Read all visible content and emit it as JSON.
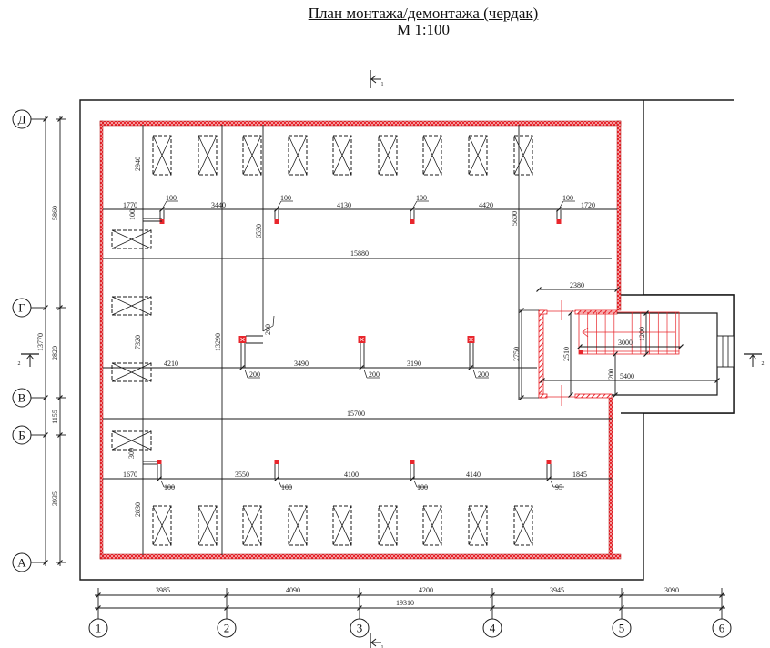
{
  "title": {
    "main": "План монтажа/демонтажа (чердак)",
    "scale": "М 1:100"
  },
  "colors": {
    "line": "#1a1a1a",
    "red": "#e8262c",
    "red_fill": "#e8262c",
    "background": "#ffffff"
  },
  "axes": {
    "letters": [
      "Д",
      "Г",
      "В",
      "Б",
      "А"
    ],
    "numbers": [
      "1",
      "2",
      "3",
      "4",
      "5",
      "6"
    ]
  },
  "section_marks": {
    "cut1_top": "1",
    "cut1_bottom": "1",
    "cut2_left": "2",
    "cut2_right": "2"
  },
  "left_dimensions": {
    "overall": "13770",
    "segments": [
      "5860",
      "2820",
      "1155",
      "3935"
    ]
  },
  "bottom_dimensions": {
    "overall": "19310",
    "segments": [
      "3985",
      "4090",
      "4200",
      "3945",
      "3090"
    ]
  },
  "interior_dimensions": {
    "top_row": [
      "1770",
      "3440",
      "4130",
      "4420",
      "1720"
    ],
    "top_row_offsets": [
      "100",
      "100",
      "100",
      "100"
    ],
    "top_row_riser": "100",
    "top_span": "15880",
    "middle_row": [
      "4210",
      "3490",
      "3190"
    ],
    "middle_row_offsets": [
      "200",
      "200",
      "200"
    ],
    "middle_riser": "200",
    "middle_span": "15700",
    "bottom_row": [
      "1670",
      "3550",
      "4100",
      "4140",
      "1845"
    ],
    "bottom_row_offsets": [
      "100",
      "100",
      "100",
      "95"
    ],
    "bottom_riser": "300",
    "vertical": {
      "top_offset": "2940",
      "bottom_offset": "2830",
      "left_total": "7320",
      "second_total": "13290",
      "third": "6530",
      "fourth": "5600"
    }
  },
  "stair_dimensions": {
    "width_top": "2380",
    "height_outer": "2750",
    "height_inner": "2510",
    "flight_length": "3000",
    "flight_width": "1200",
    "landing_offset": "200",
    "stair_length": "5400"
  },
  "elements": {
    "top_row_units": 9,
    "bottom_row_units": 9,
    "left_column_units": 4,
    "top_points": 4,
    "middle_points": 3,
    "bottom_points": 4
  }
}
